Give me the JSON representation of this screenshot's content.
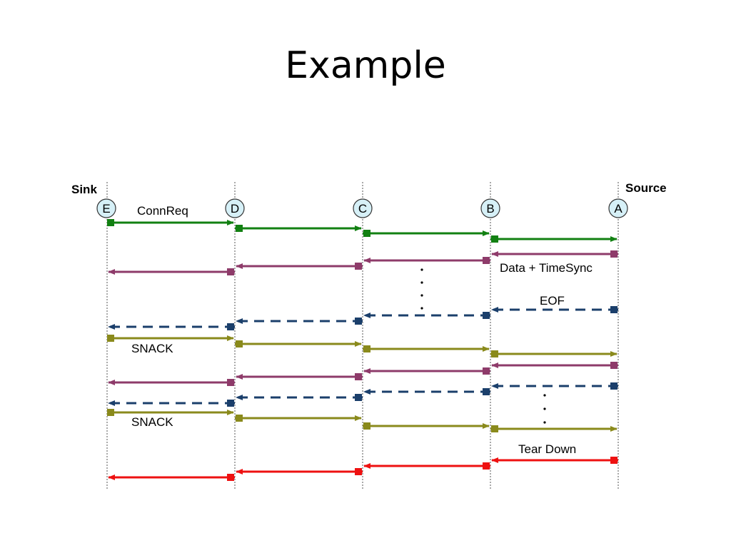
{
  "slide": {
    "title": "Example"
  },
  "diagram": {
    "endpoints": {
      "sink": "Sink",
      "source": "Source"
    },
    "nodes": [
      "E",
      "D",
      "C",
      "B",
      "A"
    ],
    "labels": {
      "connreq": "ConnReq",
      "data_timesync": "Data + TimeSync",
      "eof": "EOF",
      "snack_1": "SNACK",
      "snack_2": "SNACK",
      "tear_down": "Tear Down"
    },
    "colors": {
      "connreq": "#128012",
      "data": "#8e3b6a",
      "eof": "#1b3f6b",
      "snack": "#8a8a1c",
      "teardown": "#ee1111"
    }
  }
}
